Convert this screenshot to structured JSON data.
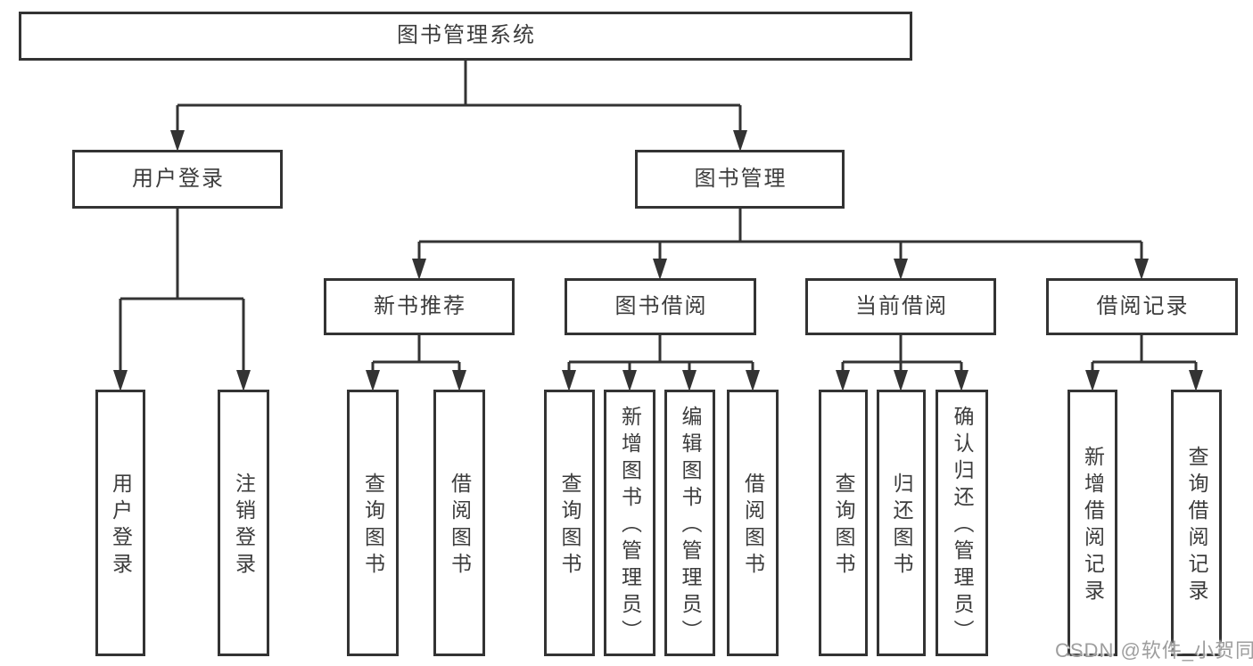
{
  "colors": {
    "background": "#ffffff",
    "line": "#333333",
    "text": "#3c3c3c",
    "watermark": "#9e9e9e"
  },
  "diagram": {
    "root": {
      "label": "图书管理系统"
    },
    "branches": [
      {
        "label": "用户登录",
        "children": [
          {
            "label": "用户登录"
          },
          {
            "label": "注销登录"
          }
        ]
      },
      {
        "label": "图书管理",
        "children": [
          {
            "label": "新书推荐",
            "children": [
              {
                "label": "查询图书"
              },
              {
                "label": "借阅图书"
              }
            ]
          },
          {
            "label": "图书借阅",
            "children": [
              {
                "label": "查询图书"
              },
              {
                "label": "新增图书（管理员）"
              },
              {
                "label": "编辑图书（管理员）"
              },
              {
                "label": "借阅图书"
              }
            ]
          },
          {
            "label": "当前借阅",
            "children": [
              {
                "label": "查询图书"
              },
              {
                "label": "归还图书"
              },
              {
                "label": "确认归还（管理员）"
              }
            ]
          },
          {
            "label": "借阅记录",
            "children": [
              {
                "label": "新增借阅记录"
              },
              {
                "label": "查询借阅记录"
              }
            ]
          }
        ]
      }
    ]
  },
  "watermark": {
    "text": "CSDN @软件_小贺同学"
  }
}
